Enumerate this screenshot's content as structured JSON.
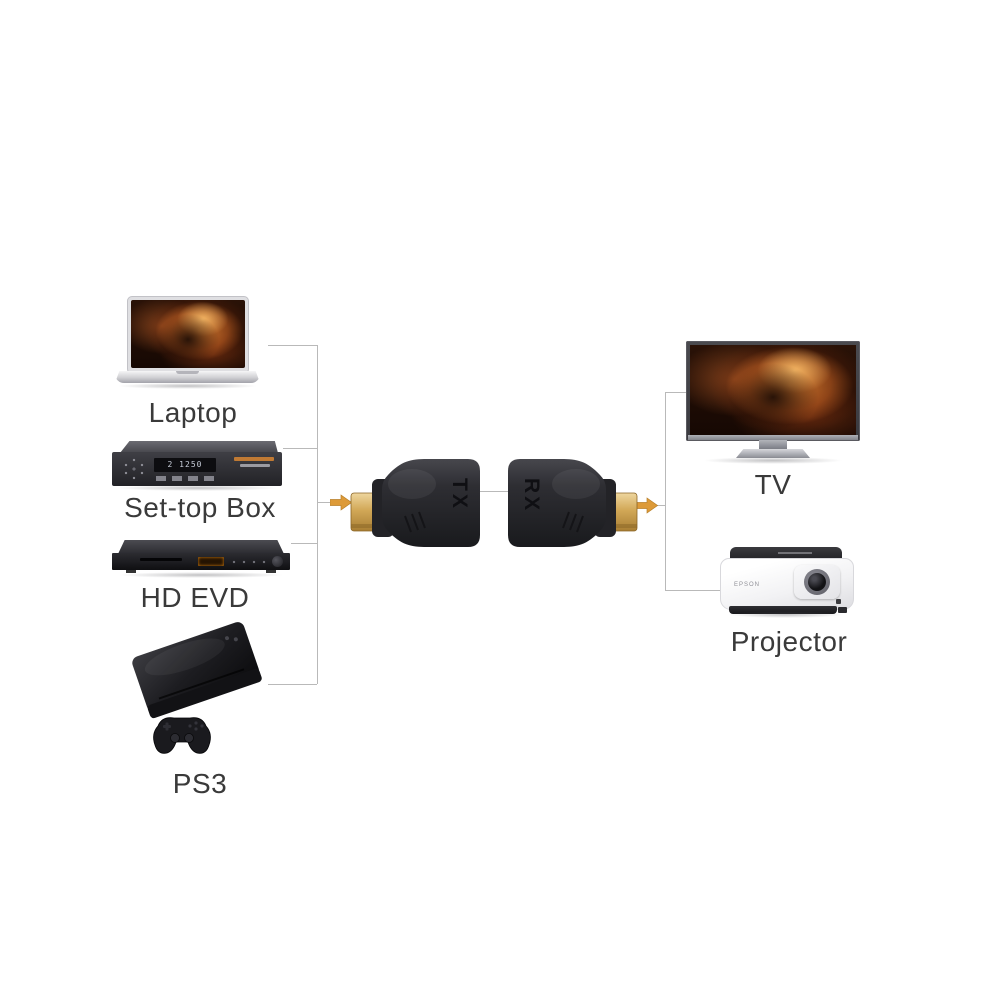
{
  "diagram": {
    "sources": [
      {
        "label": "Laptop"
      },
      {
        "label": "Set-top Box"
      },
      {
        "label": "HD EVD"
      },
      {
        "label": "PS3"
      }
    ],
    "outputs": [
      {
        "label": "TV"
      },
      {
        "label": "Projector"
      }
    ],
    "extender": {
      "tx_label": "TX",
      "rx_label": "RX"
    },
    "settop_box": {
      "display_text": "2 1250"
    },
    "projector": {
      "brand": "EPSON"
    },
    "colors": {
      "arrow": "#dd9a38",
      "connector_line": "#b9b9b9",
      "label_text": "#3a3a3a",
      "hdmi_gold": "#d2a857",
      "adapter_body": "#2b2b2f"
    }
  }
}
